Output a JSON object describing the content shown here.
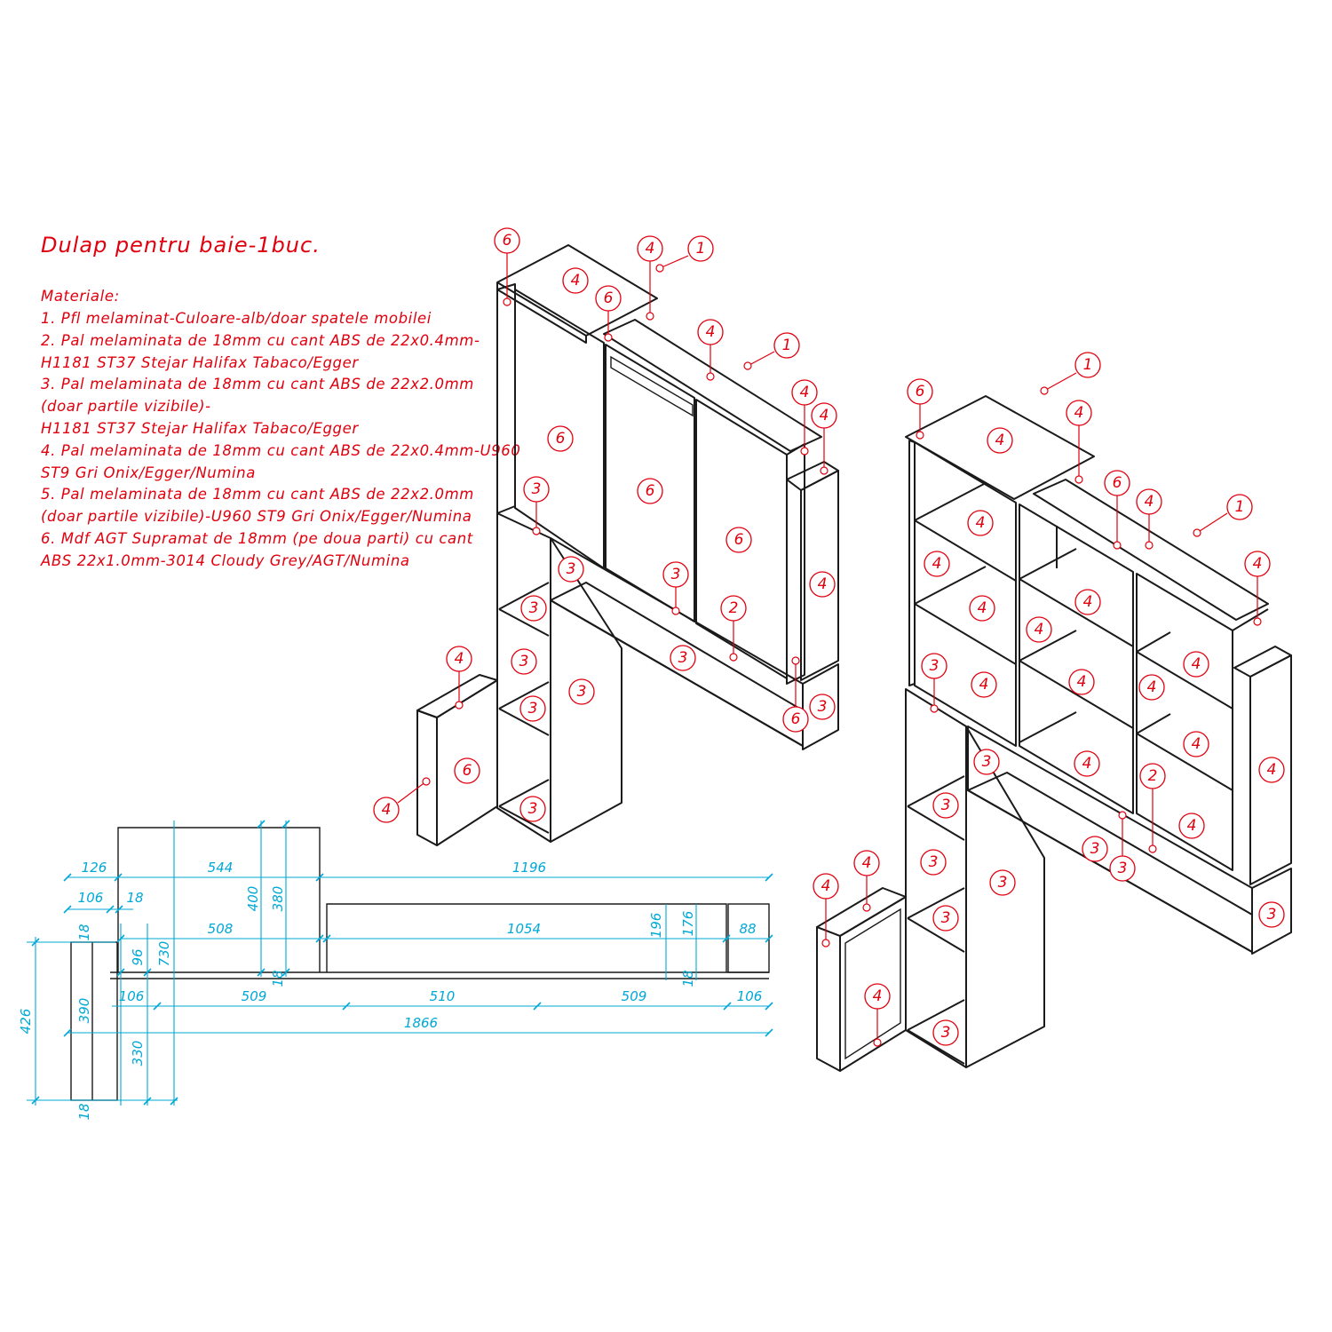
{
  "title": "Dulap pentru baie-1buc.",
  "materials_heading": "Materiale:",
  "materials_lines": [
    "1. Pfl melaminat-Culoare-alb/doar spatele mobilei",
    "2. Pal melaminata de 18mm cu cant ABS de 22x0.4mm-",
    "H1181 ST37 Stejar Halifax Tabaco/Egger",
    "3. Pal melaminata de 18mm cu cant ABS de 22x2.0mm",
    "(doar partile vizibile)-",
    "H1181 ST37 Stejar Halifax Tabaco/Egger",
    "4. Pal melaminata de 18mm cu cant ABS de 22x0.4mm-U960",
    "ST9 Gri Onix/Egger/Numina",
    "5. Pal melaminata de 18mm cu cant ABS de 22x2.0mm",
    "(doar partile vizibile)-U960 ST9 Gri Onix/Egger/Numina",
    "6. Mdf AGT Supramat de 18mm (pe doua parti) cu cant",
    "ABS 22x1.0mm-3014 Cloudy Grey/AGT/Numina"
  ],
  "callouts_closed_view": [
    "6",
    "4",
    "1",
    "4",
    "6",
    "4",
    "1",
    "4",
    "4",
    "6",
    "6",
    "6",
    "3",
    "3",
    "3",
    "3",
    "2",
    "3",
    "4",
    "3",
    "3",
    "3",
    "3",
    "6",
    "3",
    "4",
    "6",
    "4"
  ],
  "callouts_open_view": [
    "1",
    "6",
    "4",
    "4",
    "6",
    "4",
    "1",
    "4",
    "4",
    "4",
    "4",
    "4",
    "4",
    "4",
    "4",
    "4",
    "4",
    "4",
    "4",
    "4",
    "4",
    "4",
    "4",
    "3",
    "3",
    "2",
    "3",
    "3",
    "3",
    "3",
    "3",
    "3",
    "3",
    "3",
    "4",
    "4",
    "4"
  ],
  "dimensions": {
    "top_row": [
      "126",
      "544",
      "1196"
    ],
    "second_row": [
      "106",
      "18"
    ],
    "vertical_upper": [
      "400",
      "380"
    ],
    "inner_row": [
      "508",
      "1054",
      "196",
      "176",
      "88"
    ],
    "vertical_mid": [
      "18",
      "96",
      "730"
    ],
    "bottom_row": [
      "106",
      "509",
      "18",
      "510",
      "509",
      "18",
      "106"
    ],
    "overall_width": "1866",
    "left_vertical": [
      "426",
      "390",
      "330",
      "18"
    ]
  },
  "colors": {
    "annotation_red": "#e0000e",
    "dimension_cyan": "#00a8d6",
    "linework": "#1a1a1a"
  }
}
